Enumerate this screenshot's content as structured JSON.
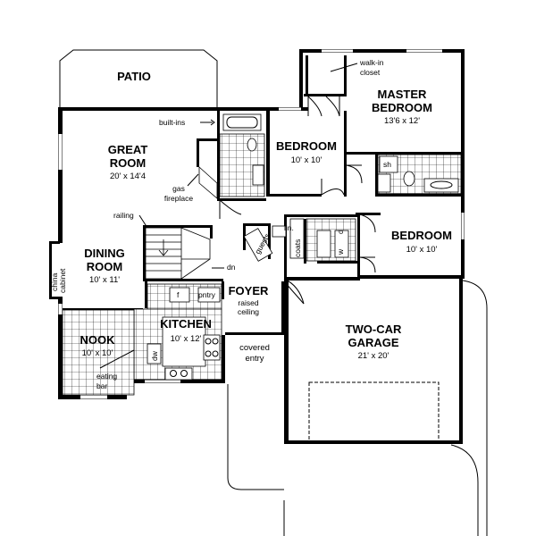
{
  "rooms": {
    "patio": {
      "name": "PATIO"
    },
    "great_room": {
      "name_line1": "GREAT",
      "name_line2": "ROOM",
      "dims": "20' x 14'4"
    },
    "dining_room": {
      "name_line1": "DINING",
      "name_line2": "ROOM",
      "dims": "10' x 11'"
    },
    "nook": {
      "name": "NOOK",
      "dims": "10' x 10'"
    },
    "kitchen": {
      "name": "KITCHEN",
      "dims": "10' x 12'"
    },
    "foyer": {
      "name": "FOYER",
      "note_line1": "raised",
      "note_line2": "ceiling"
    },
    "bedroom_2": {
      "name": "BEDROOM",
      "dims": "10' x 10'"
    },
    "bedroom_3": {
      "name": "BEDROOM",
      "dims": "10' x 10'"
    },
    "master_bedroom": {
      "name_line1": "MASTER",
      "name_line2": "BEDROOM",
      "dims": "13'6 x 12'"
    },
    "garage": {
      "name_line1": "TWO-CAR",
      "name_line2": "GARAGE",
      "dims": "21' x 20'"
    },
    "covered_entry": {
      "line1": "covered",
      "line2": "entry"
    }
  },
  "annotations": {
    "built_ins": "built-ins",
    "gas_fireplace_line1": "gas",
    "gas_fireplace_line2": "fireplace",
    "railing": "railing",
    "down": "dn",
    "china_cabinet_line1": "china",
    "china_cabinet_line2": "cabinet",
    "pantry": "pntry",
    "fridge": "f",
    "dishwasher": "dw",
    "eating_bar_line1": "eating",
    "eating_bar_line2": "bar",
    "walk_in_closet_line1": "walk-in",
    "walk_in_closet_line2": "closet",
    "linen": "lin.",
    "guests": "guests",
    "coats": "coats",
    "dryer": "d",
    "washer": "w",
    "shower": "sh"
  }
}
